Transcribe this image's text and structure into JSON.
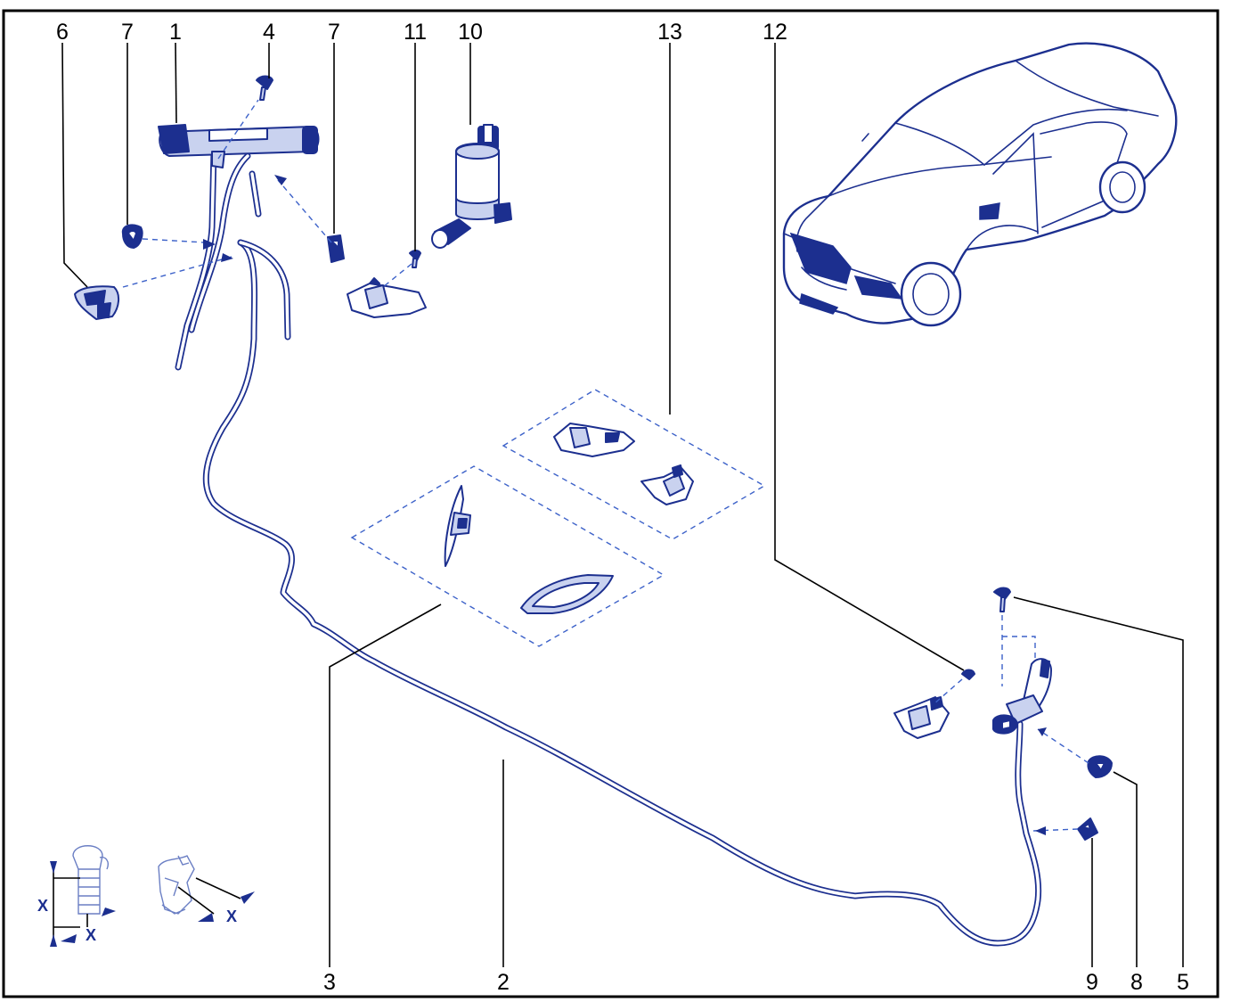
{
  "callouts": {
    "c6": "6",
    "c7a": "7",
    "c1": "1",
    "c4": "4",
    "c7b": "7",
    "c11": "11",
    "c10": "10",
    "c13": "13",
    "c12": "12",
    "c3": "3",
    "c2": "2",
    "c9": "9",
    "c8": "8",
    "c5": "5"
  },
  "dimension_marks": {
    "x1": "X",
    "x2": "X",
    "x3": "X"
  },
  "colors": {
    "line_art": "#1c2f8f",
    "part_fill": "#c9d2ef",
    "dashed_guides": "#3d62c9",
    "labels": "#000000"
  }
}
